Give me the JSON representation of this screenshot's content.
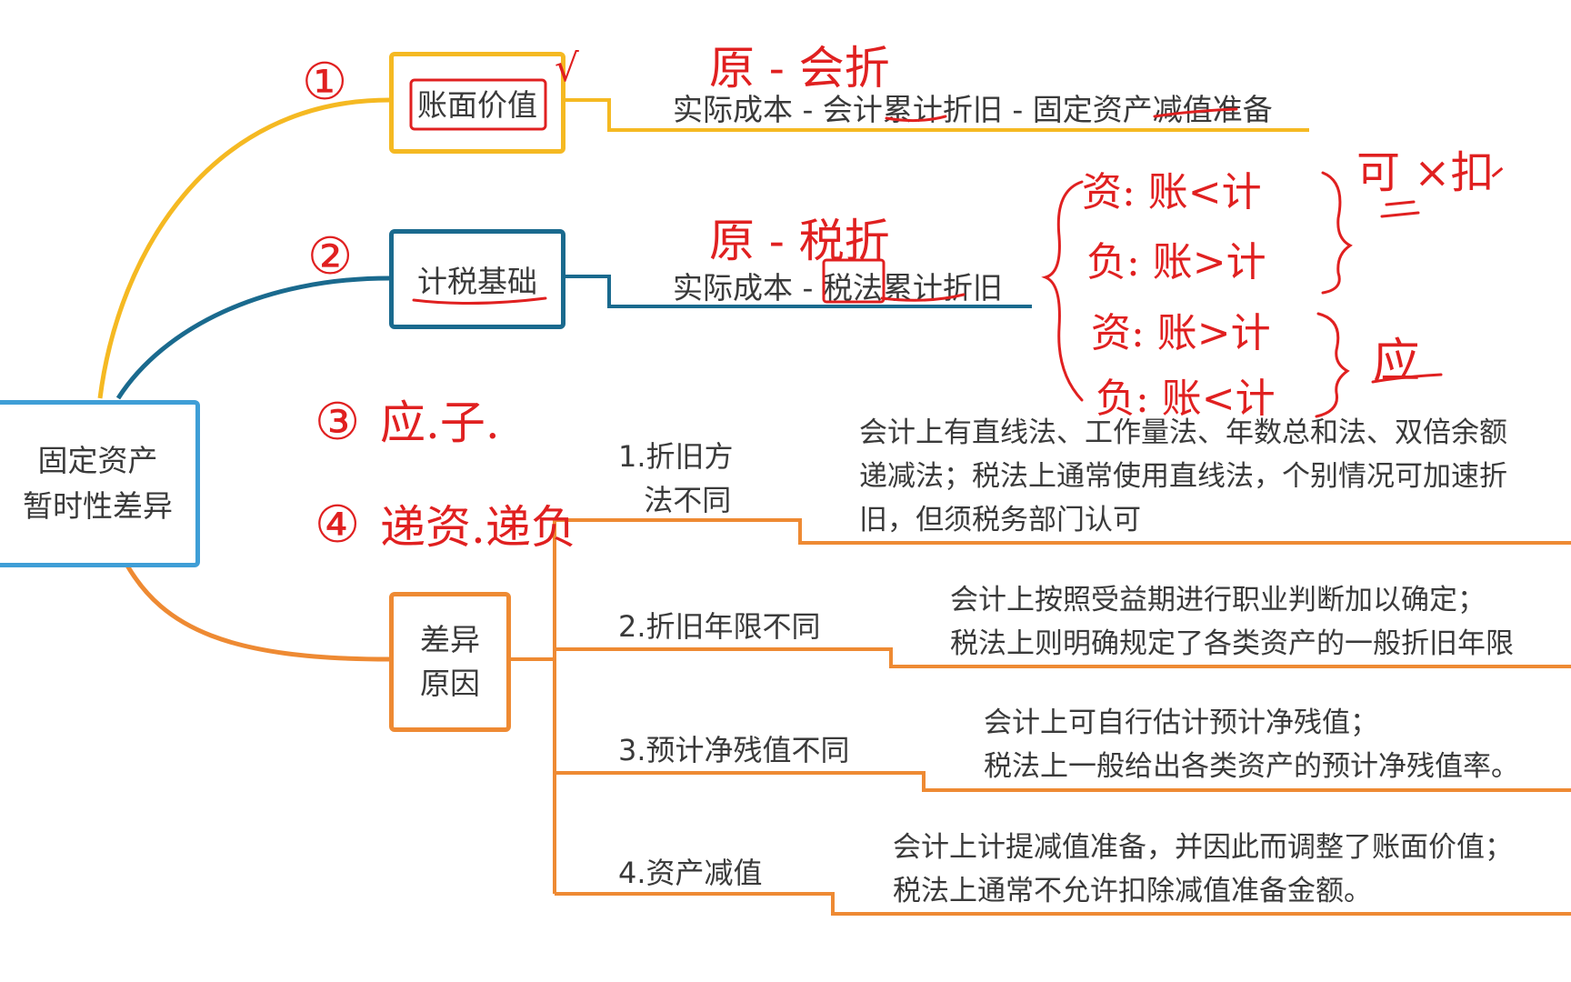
{
  "root": {
    "line1": "固定资产",
    "line2": "暂时性差异"
  },
  "branch_book": {
    "label": "账面价值",
    "formula": "实际成本 - 会计累计折旧 - 固定资产减值准备"
  },
  "branch_tax": {
    "label": "计税基础",
    "formula": "实际成本 - 税法累计折旧"
  },
  "branch_reason": {
    "label_line1": "差异",
    "label_line2": "原因",
    "items": [
      {
        "title_line1": "1.折旧方",
        "title_line2": "法不同",
        "detail": [
          "会计上有直线法、工作量法、年数总和法、双倍余额",
          "递减法；税法上通常使用直线法，个别情况可加速折",
          "旧，但须税务部门认可"
        ]
      },
      {
        "title": "2.折旧年限不同",
        "detail": [
          "会计上按照受益期进行职业判断加以确定；",
          "税法上则明确规定了各类资产的一般折旧年限"
        ]
      },
      {
        "title": "3.预计净残值不同",
        "detail": [
          "会计上可自行估计预计净残值；",
          "税法上一般给出各类资产的预计净残值率。"
        ]
      },
      {
        "title": "4.资产减值",
        "detail": [
          "会计上计提减值准备，并因此而调整了账面价值；",
          "税法上通常不允许扣除减值准备金额。"
        ]
      }
    ]
  },
  "handwriting": {
    "n1": "①",
    "n2": "②",
    "n3": "③",
    "n4": "④",
    "check": "√",
    "book_note": "原 - 会折",
    "tax_note": "原 - 税折",
    "note3": "应.子.",
    "note4": "递资.递负",
    "rules": [
      "资: 账<计",
      "负: 账>计",
      "资: 账>计",
      "负: 账<计"
    ],
    "result_a": "可 ×扣",
    "result_b": "应"
  },
  "colors": {
    "yellow": "#F5B922",
    "blue": "#1A6A8E",
    "orange": "#EE8A33",
    "root_border": "#3F9ED6",
    "ink": "#E02020"
  }
}
